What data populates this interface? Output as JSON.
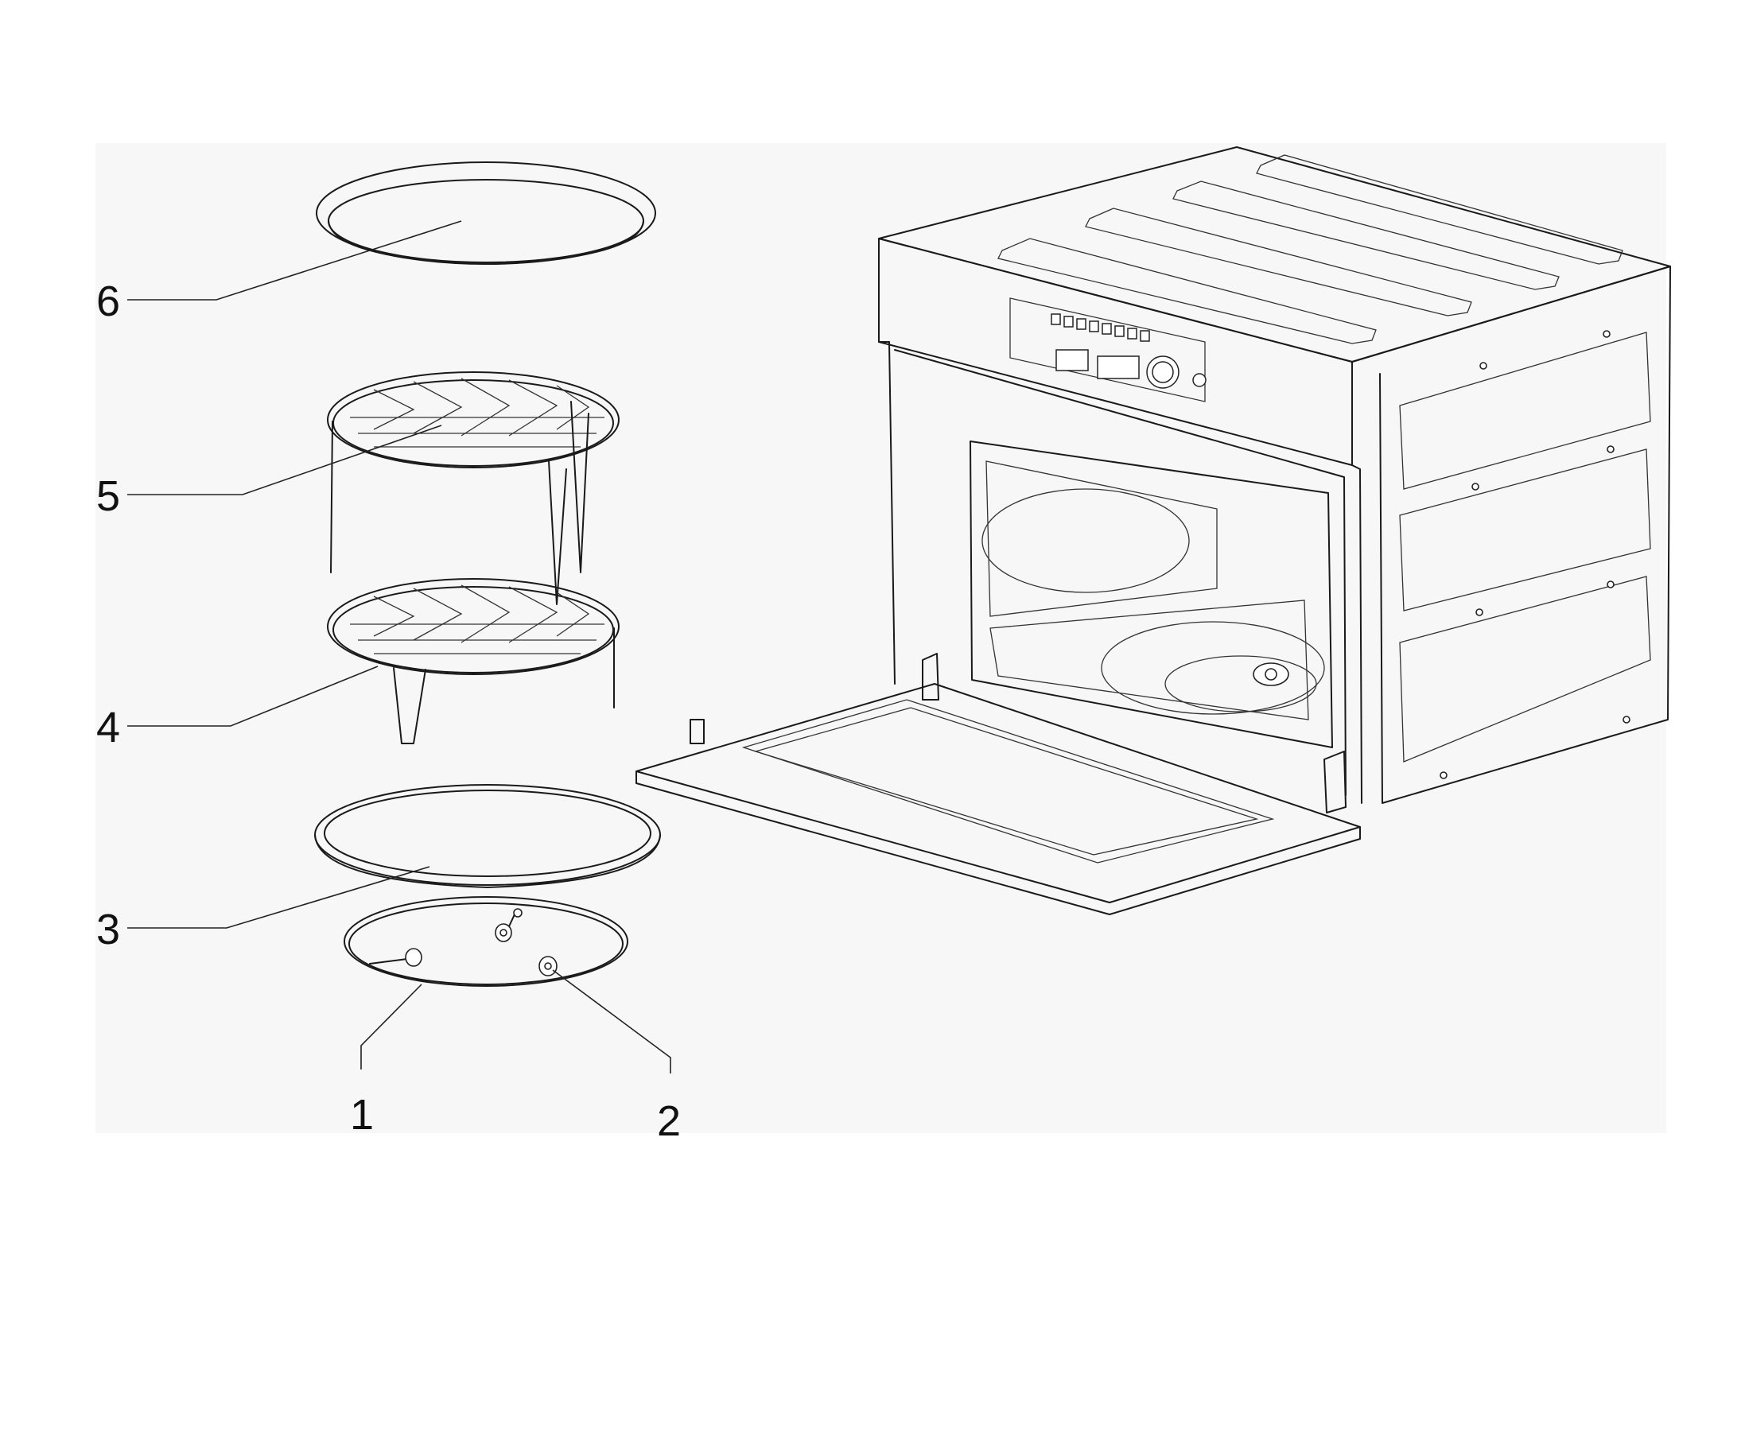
{
  "diagram": {
    "callouts": [
      {
        "id": "1",
        "label": "1"
      },
      {
        "id": "2",
        "label": "2"
      },
      {
        "id": "3",
        "label": "3"
      },
      {
        "id": "4",
        "label": "4"
      },
      {
        "id": "5",
        "label": "5"
      },
      {
        "id": "6",
        "label": "6"
      }
    ],
    "background_color": "#f7f7f7",
    "line_color": "#1a1a1a"
  }
}
